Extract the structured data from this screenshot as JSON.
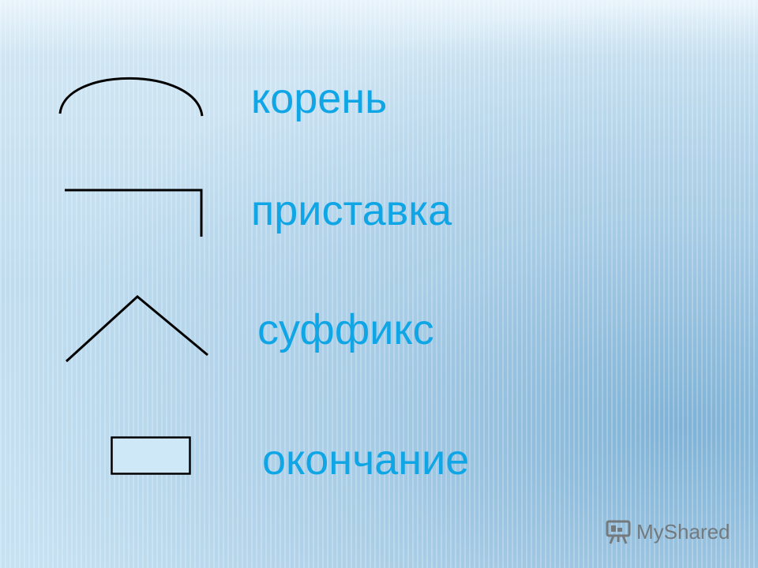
{
  "morphemes": {
    "root": {
      "label": "корень",
      "symbol": "root-arc-icon"
    },
    "prefix": {
      "label": "приставка",
      "symbol": "prefix-corner-icon"
    },
    "suffix": {
      "label": "суффикс",
      "symbol": "suffix-caret-icon"
    },
    "ending": {
      "label": "окончание",
      "symbol": "ending-box-icon"
    }
  },
  "watermark": {
    "text": "MyShared",
    "icon": "presentation-board-icon"
  },
  "colors": {
    "label": "#10a6e6",
    "symbol_stroke": "#000000",
    "ending_box_fill": "#cfe8f7",
    "watermark": "#6d6d6d"
  }
}
